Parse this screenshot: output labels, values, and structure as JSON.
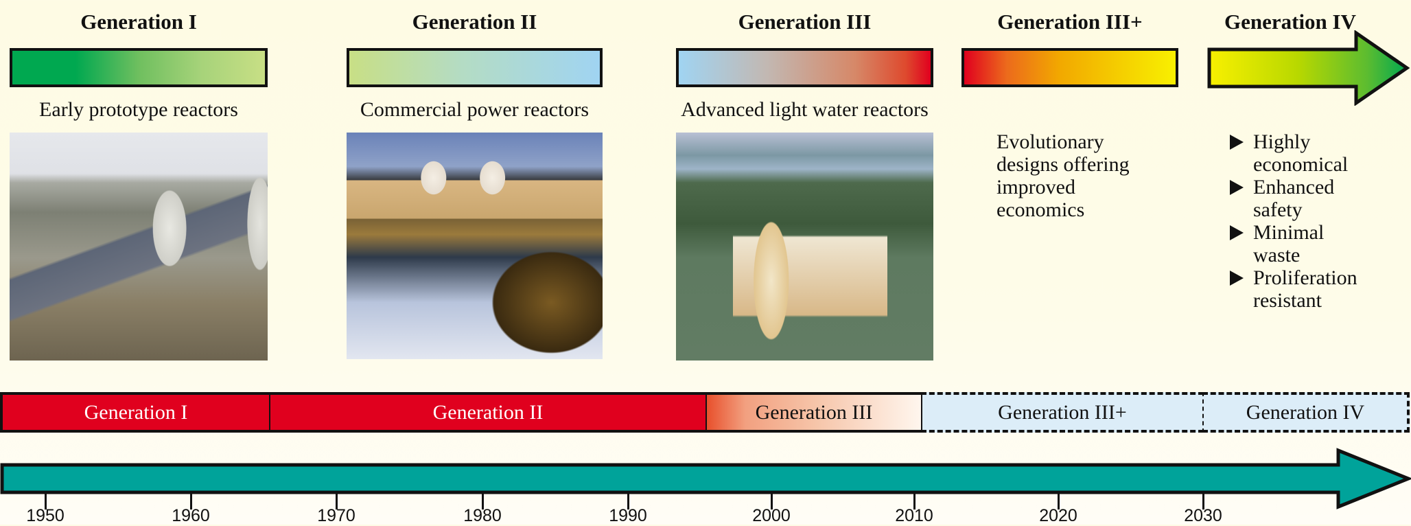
{
  "generations": [
    {
      "title": "Generation I",
      "subtitle": "Early prototype reactors",
      "image": "Aerial photo of early nuclear power plant with cooling towers by a river",
      "colors": [
        "#00a850",
        "#c8df85"
      ]
    },
    {
      "title": "Generation II",
      "subtitle": "Commercial power reactors",
      "image": "Photo of commercial nuclear plant with twin domes on a rocky coast",
      "colors": [
        "#c8df85",
        "#a0d4f2"
      ]
    },
    {
      "title": "Generation III",
      "subtitle": "Advanced light water reactors",
      "image": "Cutaway illustration of advanced light water reactor building",
      "colors": [
        "#a0d4f2",
        "#e0001e"
      ]
    },
    {
      "title": "Generation III+",
      "description": [
        "Evolutionary",
        "designs offering",
        "improved",
        "economics"
      ],
      "colors": [
        "#e0001e",
        "#f8f000"
      ]
    },
    {
      "title": "Generation IV",
      "bullets": [
        {
          "line1": "Highly",
          "line2": "economical"
        },
        {
          "line1": "Enhanced",
          "line2": "safety"
        },
        {
          "line1": "Minimal",
          "line2": "waste"
        },
        {
          "line1": "Proliferation",
          "line2": "resistant"
        }
      ],
      "colors": [
        "#f8f000",
        "#00a850"
      ]
    }
  ],
  "timeline": {
    "segments": [
      {
        "label": "Generation I",
        "start": 1947,
        "end": 1965,
        "fill": "#e0001e",
        "text_color": "#ffffff",
        "border": "solid"
      },
      {
        "label": "Generation II",
        "start": 1965,
        "end": 1995,
        "fill": "#e0001e",
        "text_color": "#ffffff",
        "border": "solid"
      },
      {
        "label": "Generation III",
        "start": 1995,
        "end": 2010,
        "fill": "gradient #e8502c to #fff6ee",
        "text_color": "#111111",
        "border": "solid"
      },
      {
        "label": "Generation III+",
        "start": 2010,
        "end": 2030,
        "fill": "#dcedf8",
        "text_color": "#111111",
        "border": "dashed"
      },
      {
        "label": "Generation IV",
        "start": 2030,
        "end": 2045,
        "fill": "#dcedf8",
        "text_color": "#111111",
        "border": "dashed"
      }
    ],
    "years": [
      "1950",
      "1960",
      "1970",
      "1980",
      "1990",
      "2000",
      "2010",
      "2020",
      "2030"
    ],
    "axis_color": "#00a39a"
  }
}
